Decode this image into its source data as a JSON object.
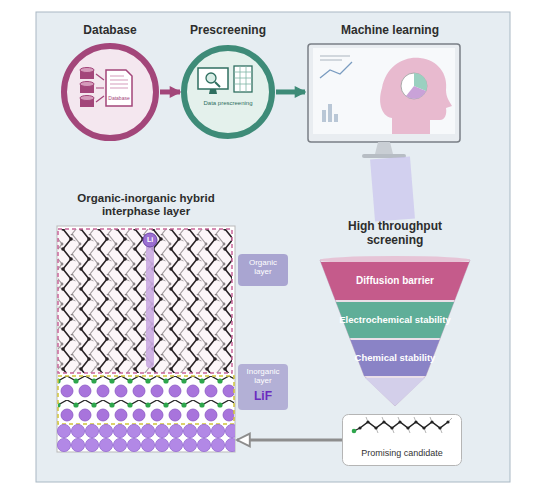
{
  "diagram": {
    "nodes": [
      {
        "text": [
          "Database",
          "Database"
        ]
      },
      {
        "text": [
          "Prescreening",
          "Data prescreening"
        ]
      },
      {
        "text": [
          "Machine learning"
        ]
      },
      {
        "text": [
          "High throughput screening"
        ]
      },
      {
        "text": [
          "Diffusion barrier"
        ],
        "in": 3
      },
      {
        "text": [
          "Electrochemical stability"
        ],
        "in": 3
      },
      {
        "text": [
          "Chemical stability"
        ],
        "in": 3
      },
      {
        "text": [
          "Promising candidate"
        ]
      },
      {
        "text": [
          "Organic-inorganic hybrid interphase layer"
        ]
      },
      {
        "text": [
          "Organic layer"
        ]
      },
      {
        "text": [
          "Inorganic layer",
          "LiF"
        ]
      }
    ],
    "edges": [
      {
        "from": 0,
        "to": 1,
        "arrow": "to"
      },
      {
        "from": 1,
        "to": 2,
        "arrow": "to"
      },
      {
        "from": 2,
        "to": 3,
        "arrow": "none"
      },
      {
        "from": 7,
        "to": 8,
        "arrow": "to"
      }
    ],
    "labels": [
      "Li"
    ]
  }
}
